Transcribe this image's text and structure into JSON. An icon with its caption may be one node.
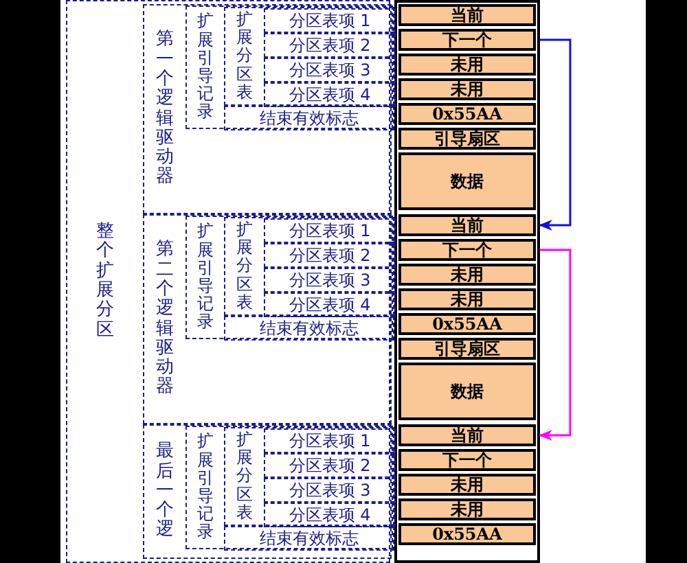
{
  "diagram": {
    "nodes": [
      {
        "text": [
          "整个扩展分区"
        ]
      },
      {
        "text": [
          "第一个逻辑驱动器"
        ],
        "in": 0
      },
      {
        "text": [
          "扩展引导记录"
        ],
        "in": 1
      },
      {
        "text": [
          "扩展分区表"
        ],
        "in": 2
      },
      {
        "text": [
          "分区表项 1"
        ],
        "in": 3
      },
      {
        "text": [
          "分区表项 2"
        ],
        "in": 3
      },
      {
        "text": [
          "分区表项 3"
        ],
        "in": 3
      },
      {
        "text": [
          "分区表项 4"
        ],
        "in": 3
      },
      {
        "text": [
          "结束有效标志"
        ],
        "in": 2
      },
      {
        "text": [
          "当前"
        ]
      },
      {
        "text": [
          "下一个"
        ]
      },
      {
        "text": [
          "未用"
        ]
      },
      {
        "text": [
          "未用"
        ]
      },
      {
        "text": [
          "0x55AA"
        ]
      },
      {
        "text": [
          "引导扇区"
        ]
      },
      {
        "text": [
          "数据"
        ]
      },
      {
        "text": [
          "第二个逻辑驱动器"
        ],
        "in": 0
      },
      {
        "text": [
          "扩展引导记录"
        ],
        "in": 16
      },
      {
        "text": [
          "扩展分区表"
        ],
        "in": 17
      },
      {
        "text": [
          "分区表项 1"
        ],
        "in": 18
      },
      {
        "text": [
          "分区表项 2"
        ],
        "in": 18
      },
      {
        "text": [
          "分区表项 3"
        ],
        "in": 18
      },
      {
        "text": [
          "分区表项 4"
        ],
        "in": 18
      },
      {
        "text": [
          "结束有效标志"
        ],
        "in": 17
      },
      {
        "text": [
          "当前"
        ]
      },
      {
        "text": [
          "下一个"
        ]
      },
      {
        "text": [
          "未用"
        ]
      },
      {
        "text": [
          "未用"
        ]
      },
      {
        "text": [
          "0x55AA"
        ]
      },
      {
        "text": [
          "引导扇区"
        ]
      },
      {
        "text": [
          "数据"
        ]
      },
      {
        "text": [
          "最后一个逻"
        ],
        "in": 0
      },
      {
        "text": [
          "扩展引导记录"
        ],
        "in": 31
      },
      {
        "text": [
          "扩展分区表"
        ],
        "in": 32
      },
      {
        "text": [
          "分区表项 1"
        ],
        "in": 33
      },
      {
        "text": [
          "分区表项 2"
        ],
        "in": 33
      },
      {
        "text": [
          "分区表项 3"
        ],
        "in": 33
      },
      {
        "text": [
          "分区表项 4"
        ],
        "in": 33
      },
      {
        "text": [
          "结束有效标志"
        ],
        "in": 32
      },
      {
        "text": [
          "当前"
        ]
      },
      {
        "text": [
          "下一个"
        ]
      },
      {
        "text": [
          "未用"
        ]
      },
      {
        "text": [
          "未用"
        ]
      },
      {
        "text": [
          "0x55AA"
        ]
      }
    ],
    "edges": [
      {
        "from": 10,
        "to": 24,
        "arrow": "to"
      },
      {
        "from": 25,
        "to": 39,
        "arrow": "to",
        "color": "#ff00ff"
      }
    ]
  }
}
